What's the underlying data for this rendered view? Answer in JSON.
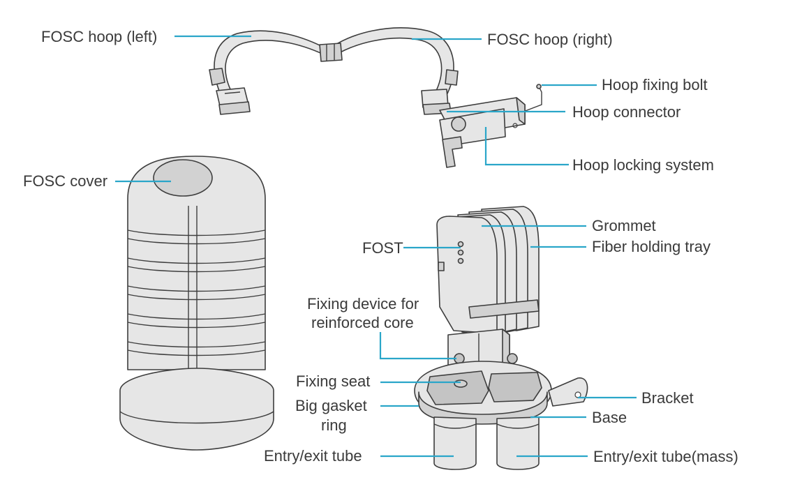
{
  "labels": {
    "hoop_left": "FOSC hoop (left)",
    "hoop_right": "FOSC hoop (right)",
    "hoop_fixing_bolt": "Hoop fixing bolt",
    "hoop_connector": "Hoop connector",
    "hoop_locking_system": "Hoop locking system",
    "fosc_cover": "FOSC cover",
    "grommet": "Grommet",
    "fiber_holding_tray": "Fiber holding tray",
    "fost": "FOST",
    "fixing_device_line1": "Fixing device for",
    "fixing_device_line2": "reinforced core",
    "fixing_seat": "Fixing seat",
    "big_gasket_line1": "Big gasket",
    "big_gasket_line2": "ring",
    "bracket": "Bracket",
    "base": "Base",
    "entry_exit_tube": "Entry/exit tube",
    "entry_exit_tube_mass": "Entry/exit tube(mass)"
  },
  "colors": {
    "leader": "#2aa6c9",
    "text": "#3a3a3a",
    "part_fill": "#e6e6e6",
    "outline": "#3d3d3d"
  }
}
